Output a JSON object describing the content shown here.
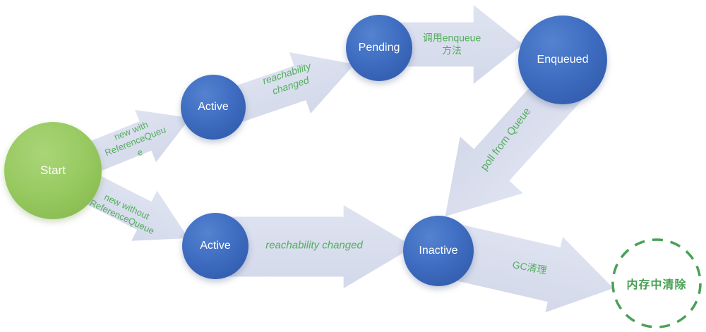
{
  "diagram": {
    "nodes": {
      "start": {
        "label": "Start"
      },
      "active_top": {
        "label": "Active"
      },
      "pending": {
        "label": "Pending"
      },
      "enqueued": {
        "label": "Enqueued"
      },
      "active_bottom": {
        "label": "Active"
      },
      "inactive": {
        "label": "Inactive"
      },
      "cleared": {
        "label": "内存中清除"
      }
    },
    "edges": {
      "new_with_queue": {
        "from": "Start",
        "to": "Active",
        "label": "new with\nReferenceQueu\ne"
      },
      "reachability_changed_top": {
        "from": "Active",
        "to": "Pending",
        "label": "reachability\nchanged"
      },
      "call_enqueue": {
        "from": "Pending",
        "to": "Enqueued",
        "label": "调用enqueue\n方法"
      },
      "poll_from_queue": {
        "from": "Enqueued",
        "to": "Inactive",
        "label": "poll from Queue"
      },
      "new_without_queue": {
        "from": "Start",
        "to": "Active",
        "label": "new without\nReferenceQueue"
      },
      "reachability_changed_bottom": {
        "from": "Active",
        "to": "Inactive",
        "label": "reachability changed"
      },
      "gc_clean": {
        "from": "Inactive",
        "to": "内存中清除",
        "label": "GC清理"
      }
    },
    "colors": {
      "node_blue": "#3f6dc1",
      "node_green": "#97c960",
      "arrow_fill": "#d7dcec",
      "label_green": "#53ae5d",
      "dashed_ring": "#4aa156"
    }
  }
}
